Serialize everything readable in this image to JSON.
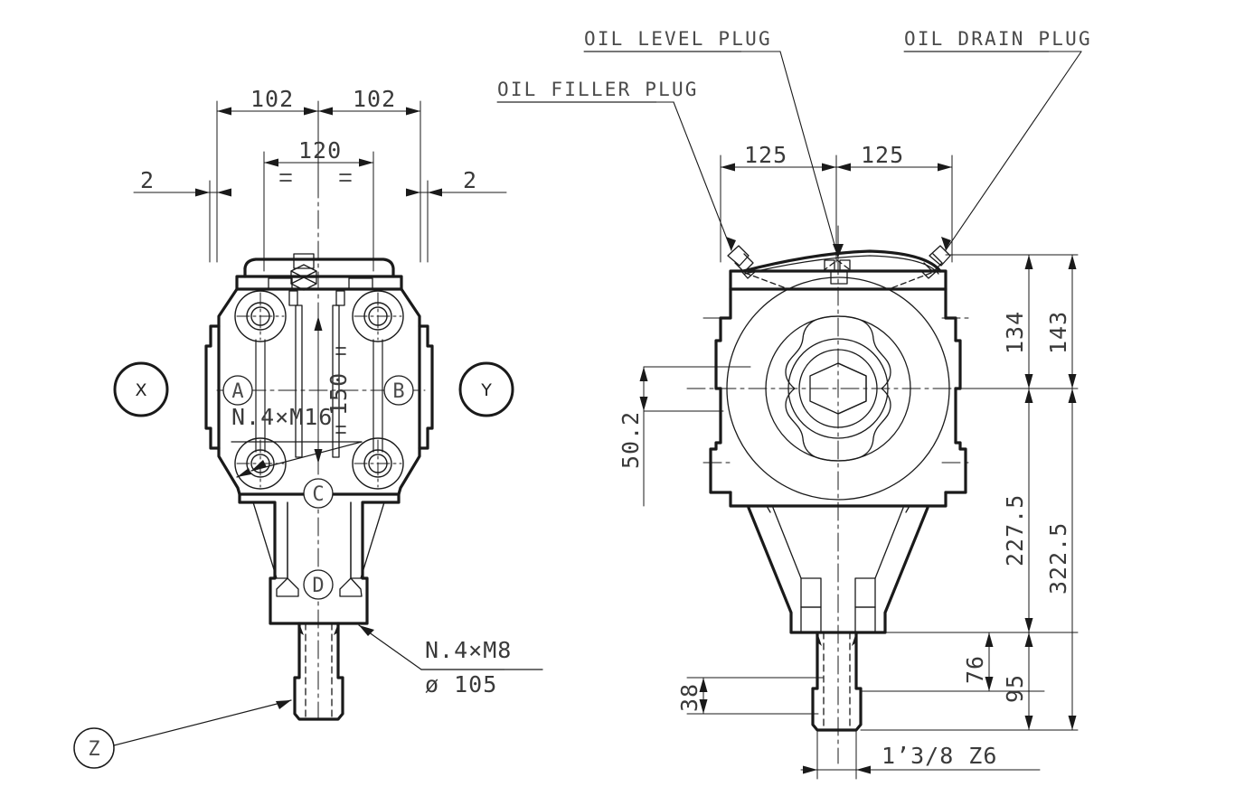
{
  "drawing": {
    "title": "Gearbox Assembly Technical Drawing",
    "background": "#ffffff",
    "line_color": "#1a1a1a",
    "text_color": "#3a3a3a"
  },
  "annotations": {
    "oil_filler_plug": "OIL FILLER PLUG",
    "oil_level_plug": "OIL LEVEL PLUG",
    "oil_drain_plug": "OIL DRAIN PLUG"
  },
  "left_view": {
    "dimensions": {
      "d_102_left": "102",
      "d_102_right": "102",
      "d_120": "120",
      "d_2_left": "2",
      "d_2_right": "2",
      "d_150": "150"
    },
    "notes": {
      "thread_note": "N.4×M16",
      "shaft_note_thread": "N.4×M8",
      "shaft_note_dia": "ø 105"
    },
    "balloons": {
      "x": "X",
      "y": "Y",
      "z": "Z",
      "a": "A",
      "b": "B",
      "c": "C",
      "d": "D"
    }
  },
  "right_view": {
    "dimensions": {
      "d_125_left": "125",
      "d_125_right": "125",
      "d_134": "134",
      "d_143": "143",
      "d_227_5": "227.5",
      "d_322_5": "322.5",
      "d_95": "95",
      "d_76": "76",
      "d_50_2": "50.2",
      "d_38": "38"
    },
    "notes": {
      "spline": "1’3/8  Z6"
    }
  }
}
